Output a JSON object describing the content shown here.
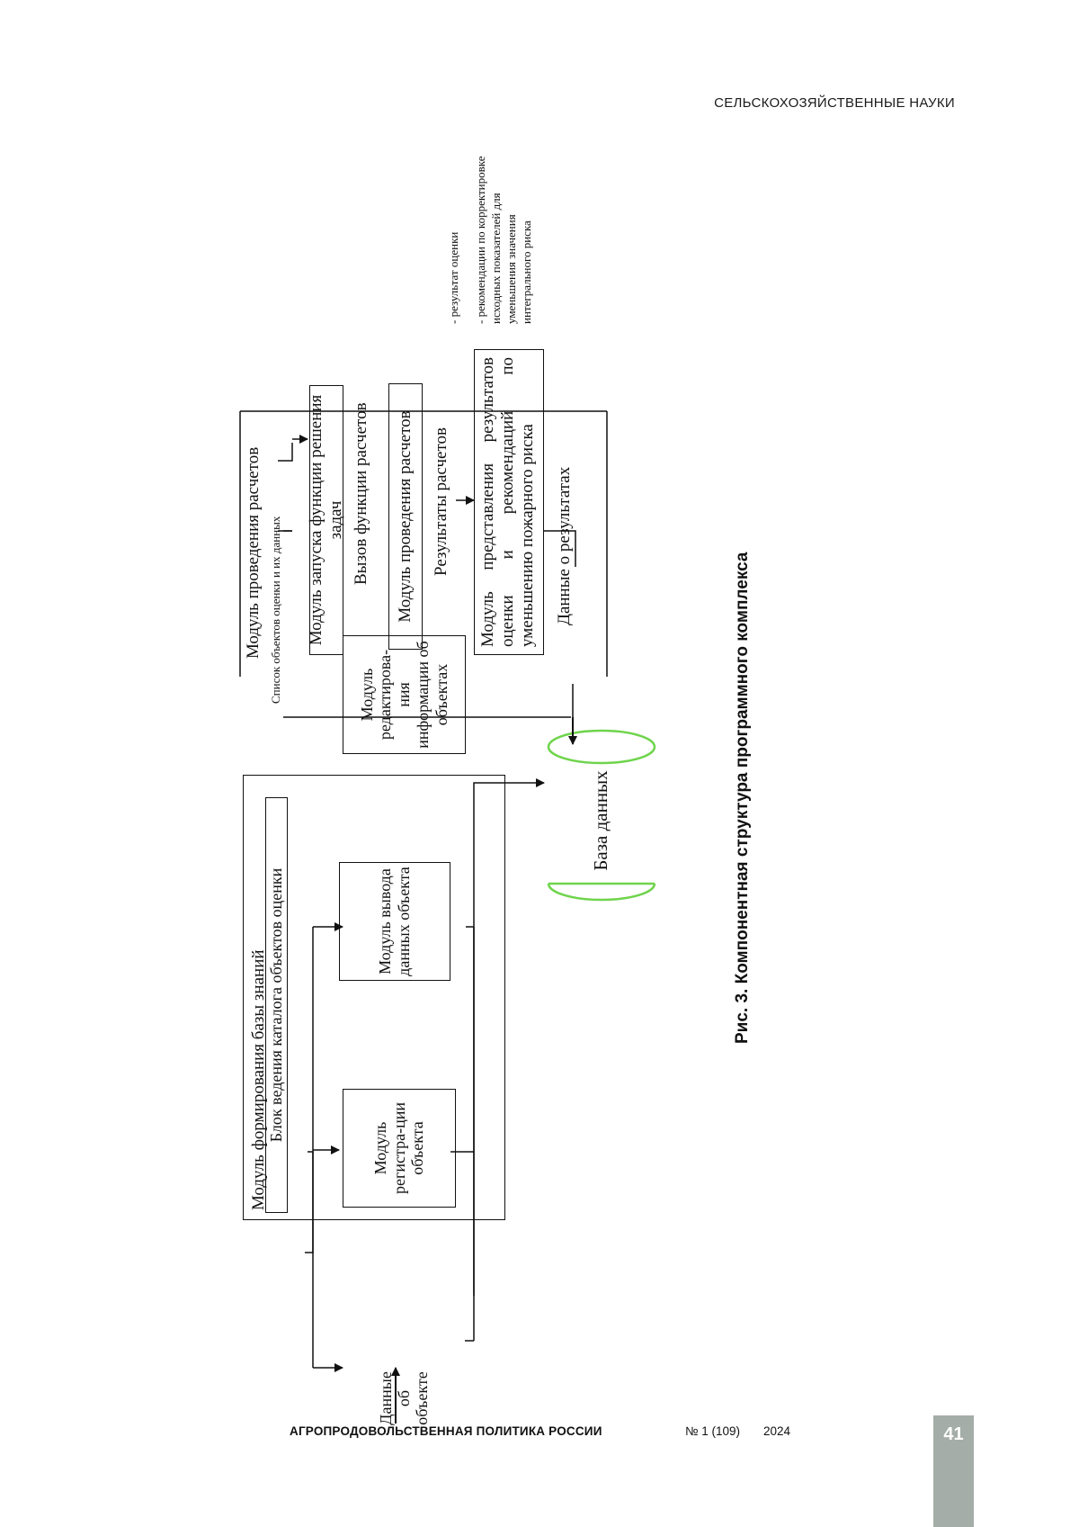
{
  "header": {
    "section": "СЕЛЬСКОХОЗЯЙСТВЕННЫЕ НАУКИ"
  },
  "diagram": {
    "input_label": "Данные об объекте",
    "kb_module_title": "Модуль формирования базы знаний",
    "catalog_block": "Блок ведения каталога объектов оценки",
    "module_registration": "Модуль регистра-ции объекта",
    "module_output": "Модуль вывода данных объекта",
    "module_editing": "Модуль редактирова-ния информации об объектах",
    "database": "База данных",
    "calc_module_title": "Модуль проведения расчетов",
    "objects_list_label": "Список объектов оценки и их данных",
    "module_launch": "Модуль запуска функции решения задач",
    "call_functions": "Вызов функции расчетов",
    "module_calc": "Модуль проведения расчетов",
    "calc_results": "Результаты расчетов",
    "module_presentation": "Модуль представления результатов оценки и рекомендаций по уменьшению пожарного риска",
    "results_data": "Данные о результатах",
    "note_result": "- результат оценки",
    "note_recommendations": "- рекомендации по корректировке исходных показателей для уменьшения значения интегрального риска"
  },
  "caption": "Рис. 3.  Компонентная структура программного комплекса",
  "footer": {
    "journal": "АГРОПРОДОВОЛЬСТВЕННАЯ ПОЛИТИКА РОССИИ",
    "issue": "№ 1 (109)",
    "year": "2024",
    "page_number": "41"
  },
  "colors": {
    "database_outline": "#6fd44c",
    "page_tab": "#a5ada9"
  }
}
